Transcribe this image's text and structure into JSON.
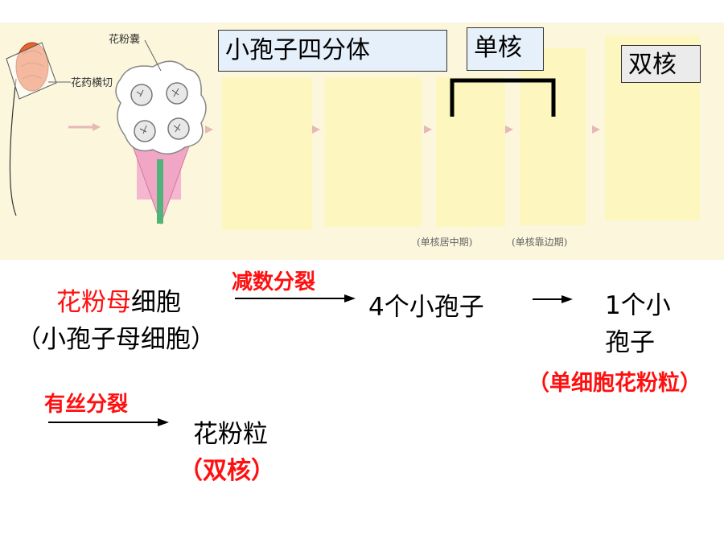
{
  "illustration": {
    "anther_sac_label": "花粉囊",
    "cross_section_label": "花药横切",
    "captions": {
      "uninucleate_central": "(单核居中期)",
      "uninucleate_side": "(单核靠边期)"
    },
    "boxes": {
      "tetrad": "小孢子四分体",
      "uninucleate": "单核",
      "binucleate": "双核"
    }
  },
  "flow": {
    "pollen_mother_red": "花粉母",
    "pollen_mother_rest": "细胞",
    "pollen_mother_alt": "（小孢子母细胞）",
    "meiosis_label": "减数分裂",
    "four_microspores": "4个小孢子",
    "one_microspore_line1": "1个小",
    "one_microspore_line2": "孢子",
    "single_cell_pollen": "（单细胞花粉粒）",
    "mitosis_label": "有丝分裂",
    "pollen_grain": "花粉粒",
    "binucleate_paren": "（双核）"
  },
  "colors": {
    "accent_red": "#ff1010",
    "panel_yellow": "#fdf6bf",
    "label_blue": "#e6f0fb",
    "flower_pink": "#f2a6c6",
    "anther_orange": "#e8652e"
  }
}
